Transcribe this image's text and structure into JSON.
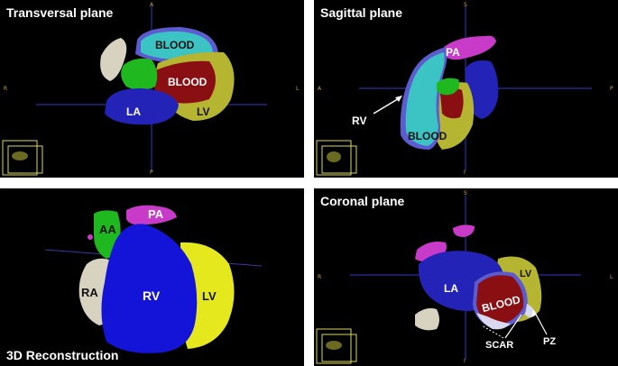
{
  "panels": {
    "transversal": {
      "title": "Transversal plane",
      "axes": {
        "top": "A",
        "bottom": "P",
        "left": "R",
        "right": "L"
      },
      "labels": {
        "blood_top": "BLOOD",
        "blood_center": "BLOOD",
        "la": "LA",
        "lv": "LV"
      }
    },
    "sagittal": {
      "title": "Sagittal plane",
      "axes": {
        "top": "S",
        "bottom": "I",
        "left": "A",
        "right": "P"
      },
      "labels": {
        "pa": "PA",
        "rv": "RV",
        "blood": "BLOOD"
      }
    },
    "reconstruction": {
      "title": "3D Reconstruction",
      "labels": {
        "aa": "AA",
        "pa": "PA",
        "ra": "RA",
        "rv": "RV",
        "lv": "LV"
      }
    },
    "coronal": {
      "title": "Coronal plane",
      "axes": {
        "top": "S",
        "bottom": "I",
        "left": "R",
        "right": "L"
      },
      "labels": {
        "la": "LA",
        "lv": "LV",
        "blood": "BLOOD",
        "scar": "SCAR",
        "pz": "PZ"
      }
    }
  },
  "colors": {
    "blood_cyan": "#3cc4c4",
    "blood_red": "#8a0f12",
    "lv_olive": "#b5b531",
    "la_blue": "#2323b8",
    "aa_green": "#1fb81f",
    "pa_magenta": "#c83ac8",
    "ra_beige": "#d8d2c0",
    "lv_3d_yellow": "#e6e81e",
    "rv_3d_blue": "#1414d8",
    "scar_white": "#d8d8f0"
  }
}
